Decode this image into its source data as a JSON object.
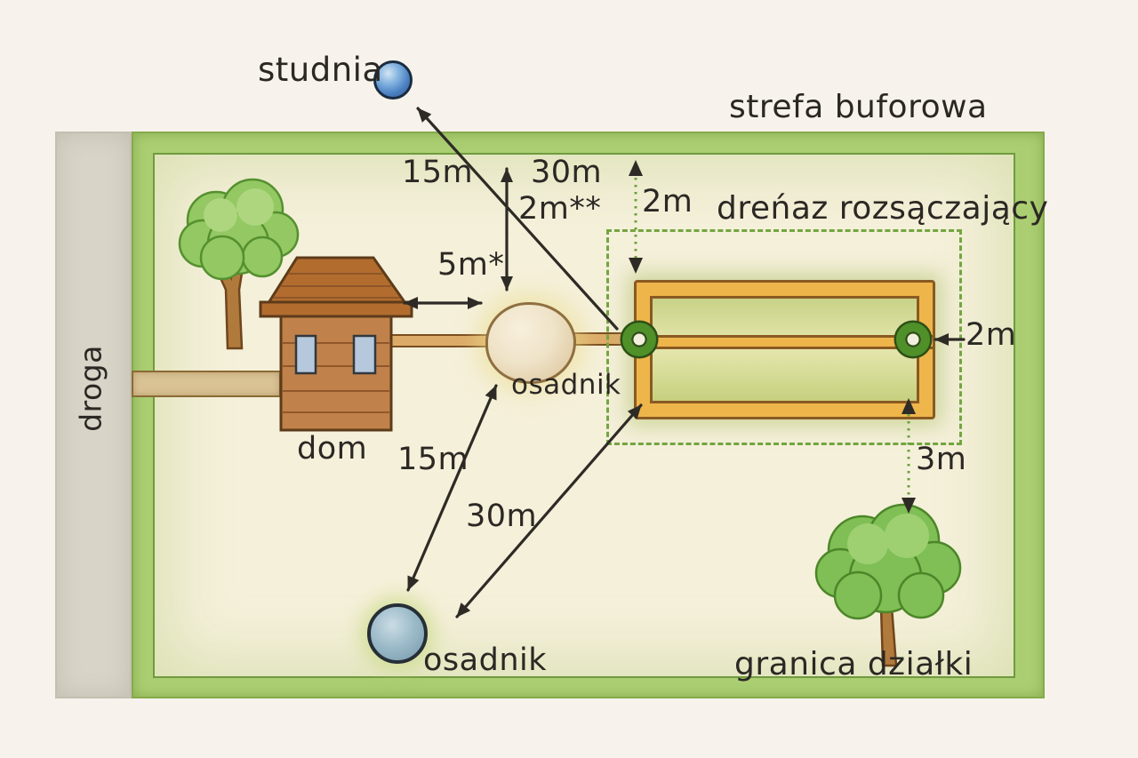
{
  "labels": {
    "studnia": "studnia",
    "strefa_buforowa": "strefa buforowa",
    "drenaz_rozsaczajacy": "dreńaz rozsączający",
    "dom": "dom",
    "droga": "droga",
    "osadnik_center": "osadnik",
    "osadnik_bottom": "osadnik",
    "granica_dzialki": "granica działki"
  },
  "measurements": {
    "well_line_upper": "15m",
    "vertical_upper": "30m",
    "depth_note": "2m**",
    "house_to_tank": "5m*",
    "buffer_top": "2m",
    "drain_end_to_boundary": "2m",
    "drain_to_boundary_bottom": "3m",
    "tank_to_lower_osadnik": "15m",
    "lower_osadnik_to_drain": "30m"
  },
  "colors": {
    "background": "#f7f3ec",
    "plot_border_green": "#abce72",
    "plot_inner_cream": "#f5f0da",
    "road_gray": "#d8d4c8",
    "drain_field_orange": "#eeb54b",
    "dotted_line_green": "#73a540",
    "well_blue": "#4a7fc1",
    "lower_osadnik_blue": "#9dbcca",
    "tank_cream": "#efe3c8",
    "house_brown": "#c0824a",
    "ink": "#2e2b26"
  }
}
